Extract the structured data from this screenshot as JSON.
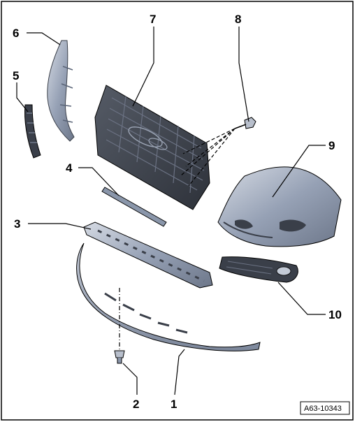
{
  "diagram": {
    "figure_id": "A63-10343",
    "callouts": [
      "1",
      "2",
      "3",
      "4",
      "5",
      "6",
      "7",
      "8",
      "9",
      "10"
    ]
  },
  "colors": {
    "part_fill": "#8a96aa",
    "part_light": "#c3cad6",
    "part_dark": "#5a6477",
    "grille_dark": "#3a3f49",
    "outline": "#000000"
  }
}
